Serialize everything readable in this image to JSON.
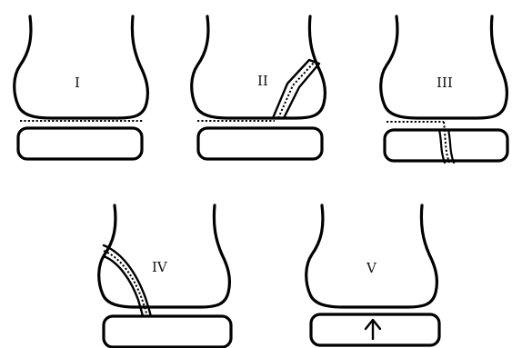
{
  "panels": [
    {
      "id": "I",
      "label": "I"
    },
    {
      "id": "II",
      "label": "II"
    },
    {
      "id": "III",
      "label": "III"
    },
    {
      "id": "IV",
      "label": "IV"
    },
    {
      "id": "V",
      "label": "V"
    }
  ],
  "colors": {
    "line": "#000000",
    "background": "#ffffff"
  },
  "icons": {
    "panel_v_marker": "up-arrow-icon"
  }
}
